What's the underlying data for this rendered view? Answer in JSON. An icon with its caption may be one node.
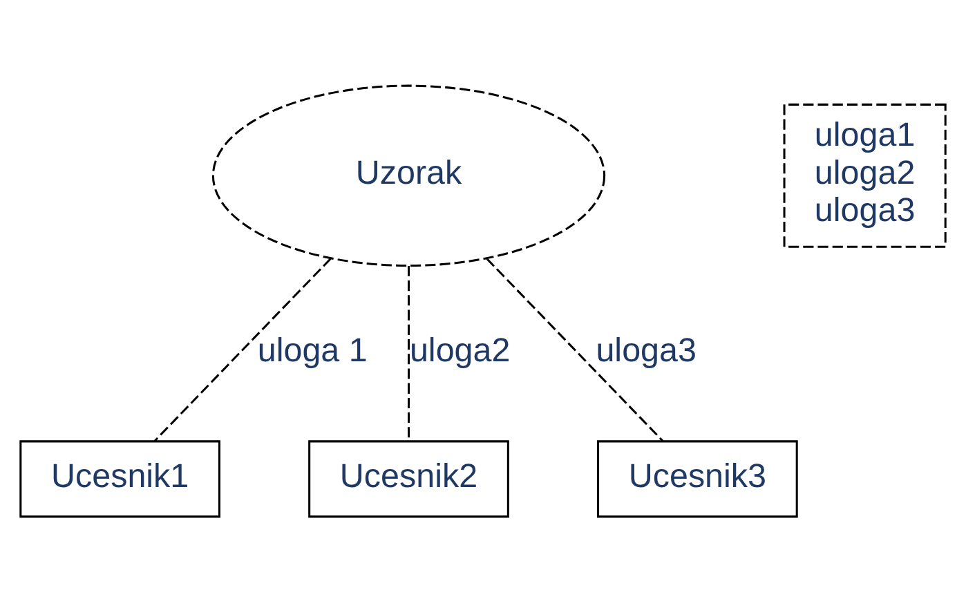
{
  "diagram": {
    "nodes": [
      {
        "text": [
          "Uzorak"
        ]
      },
      {
        "text": [
          "uloga1",
          "uloga2",
          "uloga3"
        ]
      },
      {
        "text": [
          "Ucesnik1"
        ]
      },
      {
        "text": [
          "Ucesnik2"
        ]
      },
      {
        "text": [
          "Ucesnik3"
        ]
      }
    ],
    "edges": [
      {
        "from": 0,
        "to": 2,
        "arrow": "none",
        "label": "uloga 1",
        "style": "dashed"
      },
      {
        "from": 0,
        "to": 3,
        "arrow": "none",
        "label": "uloga2",
        "style": "dashed"
      },
      {
        "from": 0,
        "to": 4,
        "arrow": "none",
        "label": "uloga3",
        "style": "dashed"
      }
    ]
  }
}
